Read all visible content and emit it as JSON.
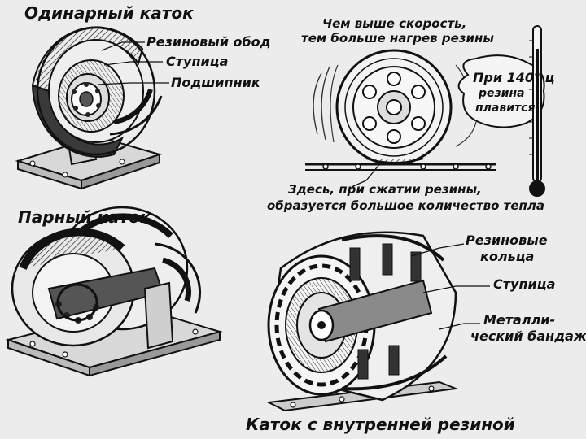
{
  "single_roller": {
    "title": "Одинарный каток",
    "labels": [
      "Резиновый обод",
      "Ступица",
      "Подшипник"
    ]
  },
  "speed_panel": {
    "note_top": [
      "Чем выше скорость,",
      "тем больше нагрев резины"
    ],
    "bubble": [
      "При 140° ц",
      "резина",
      "плавится"
    ],
    "note_bottom": [
      "Здесь, при сжатии резины,",
      "образуется большое количество тепла"
    ]
  },
  "pair_roller": {
    "title": "Парный каток"
  },
  "internal_roller": {
    "title": "Каток с внутренней резиной",
    "labels": [
      "Резиновые",
      "кольца",
      "Ступица",
      "Металли-",
      "ческий бандаж"
    ]
  }
}
